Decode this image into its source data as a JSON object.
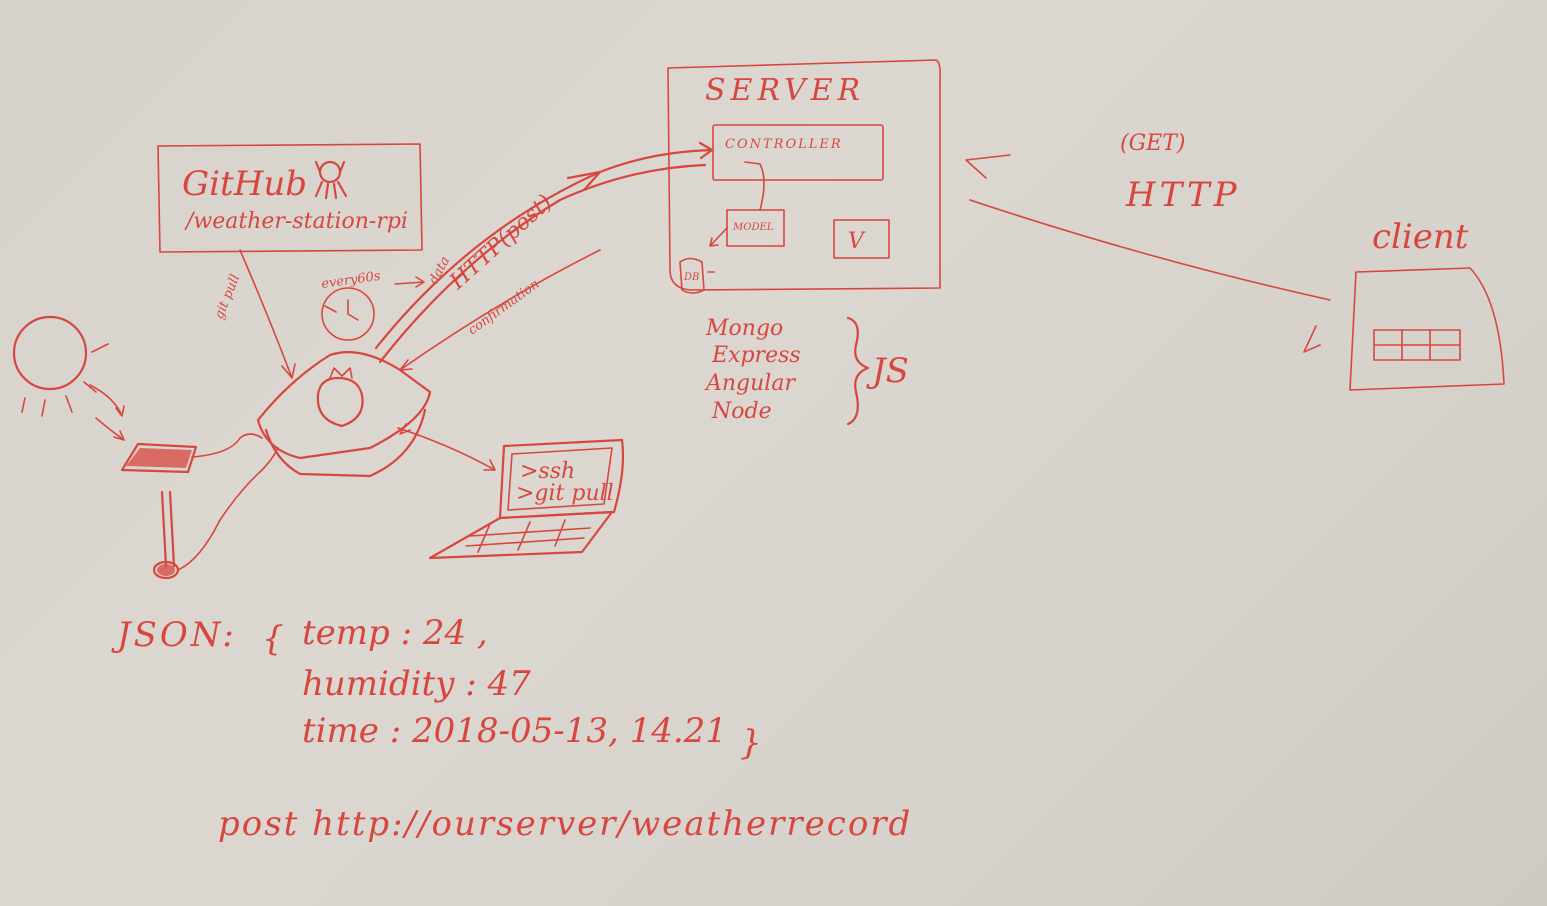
{
  "server": {
    "title": "SERVER",
    "controller": "CONTROLLER",
    "model": "MODEL",
    "db": "DB",
    "view": "V"
  },
  "github": {
    "title": "GitHub",
    "repo": "/weather-station-rpi"
  },
  "arrows": {
    "git_pull": "git pull",
    "every60s": "every60s",
    "data": "data",
    "http_post": "HTTP(post)",
    "confirmation": "confirmation",
    "get": "(GET)",
    "http": "HTTP"
  },
  "client": {
    "label": "client"
  },
  "stack": {
    "items": [
      "Mongo",
      "Express",
      "Angular",
      "Node"
    ],
    "label": "JS"
  },
  "laptop": {
    "line1": ">ssh",
    "line2": ">git pull"
  },
  "json": {
    "label": "JSON:",
    "temp": "temp : 24 ,",
    "humidity": "humidity : 47",
    "time": "time : 2018-05-13, 14.21",
    "open_brace": "{",
    "close_brace": "}"
  },
  "post_url": "post http://ourserver/weatherrecord",
  "ink_color": "#d8473f"
}
